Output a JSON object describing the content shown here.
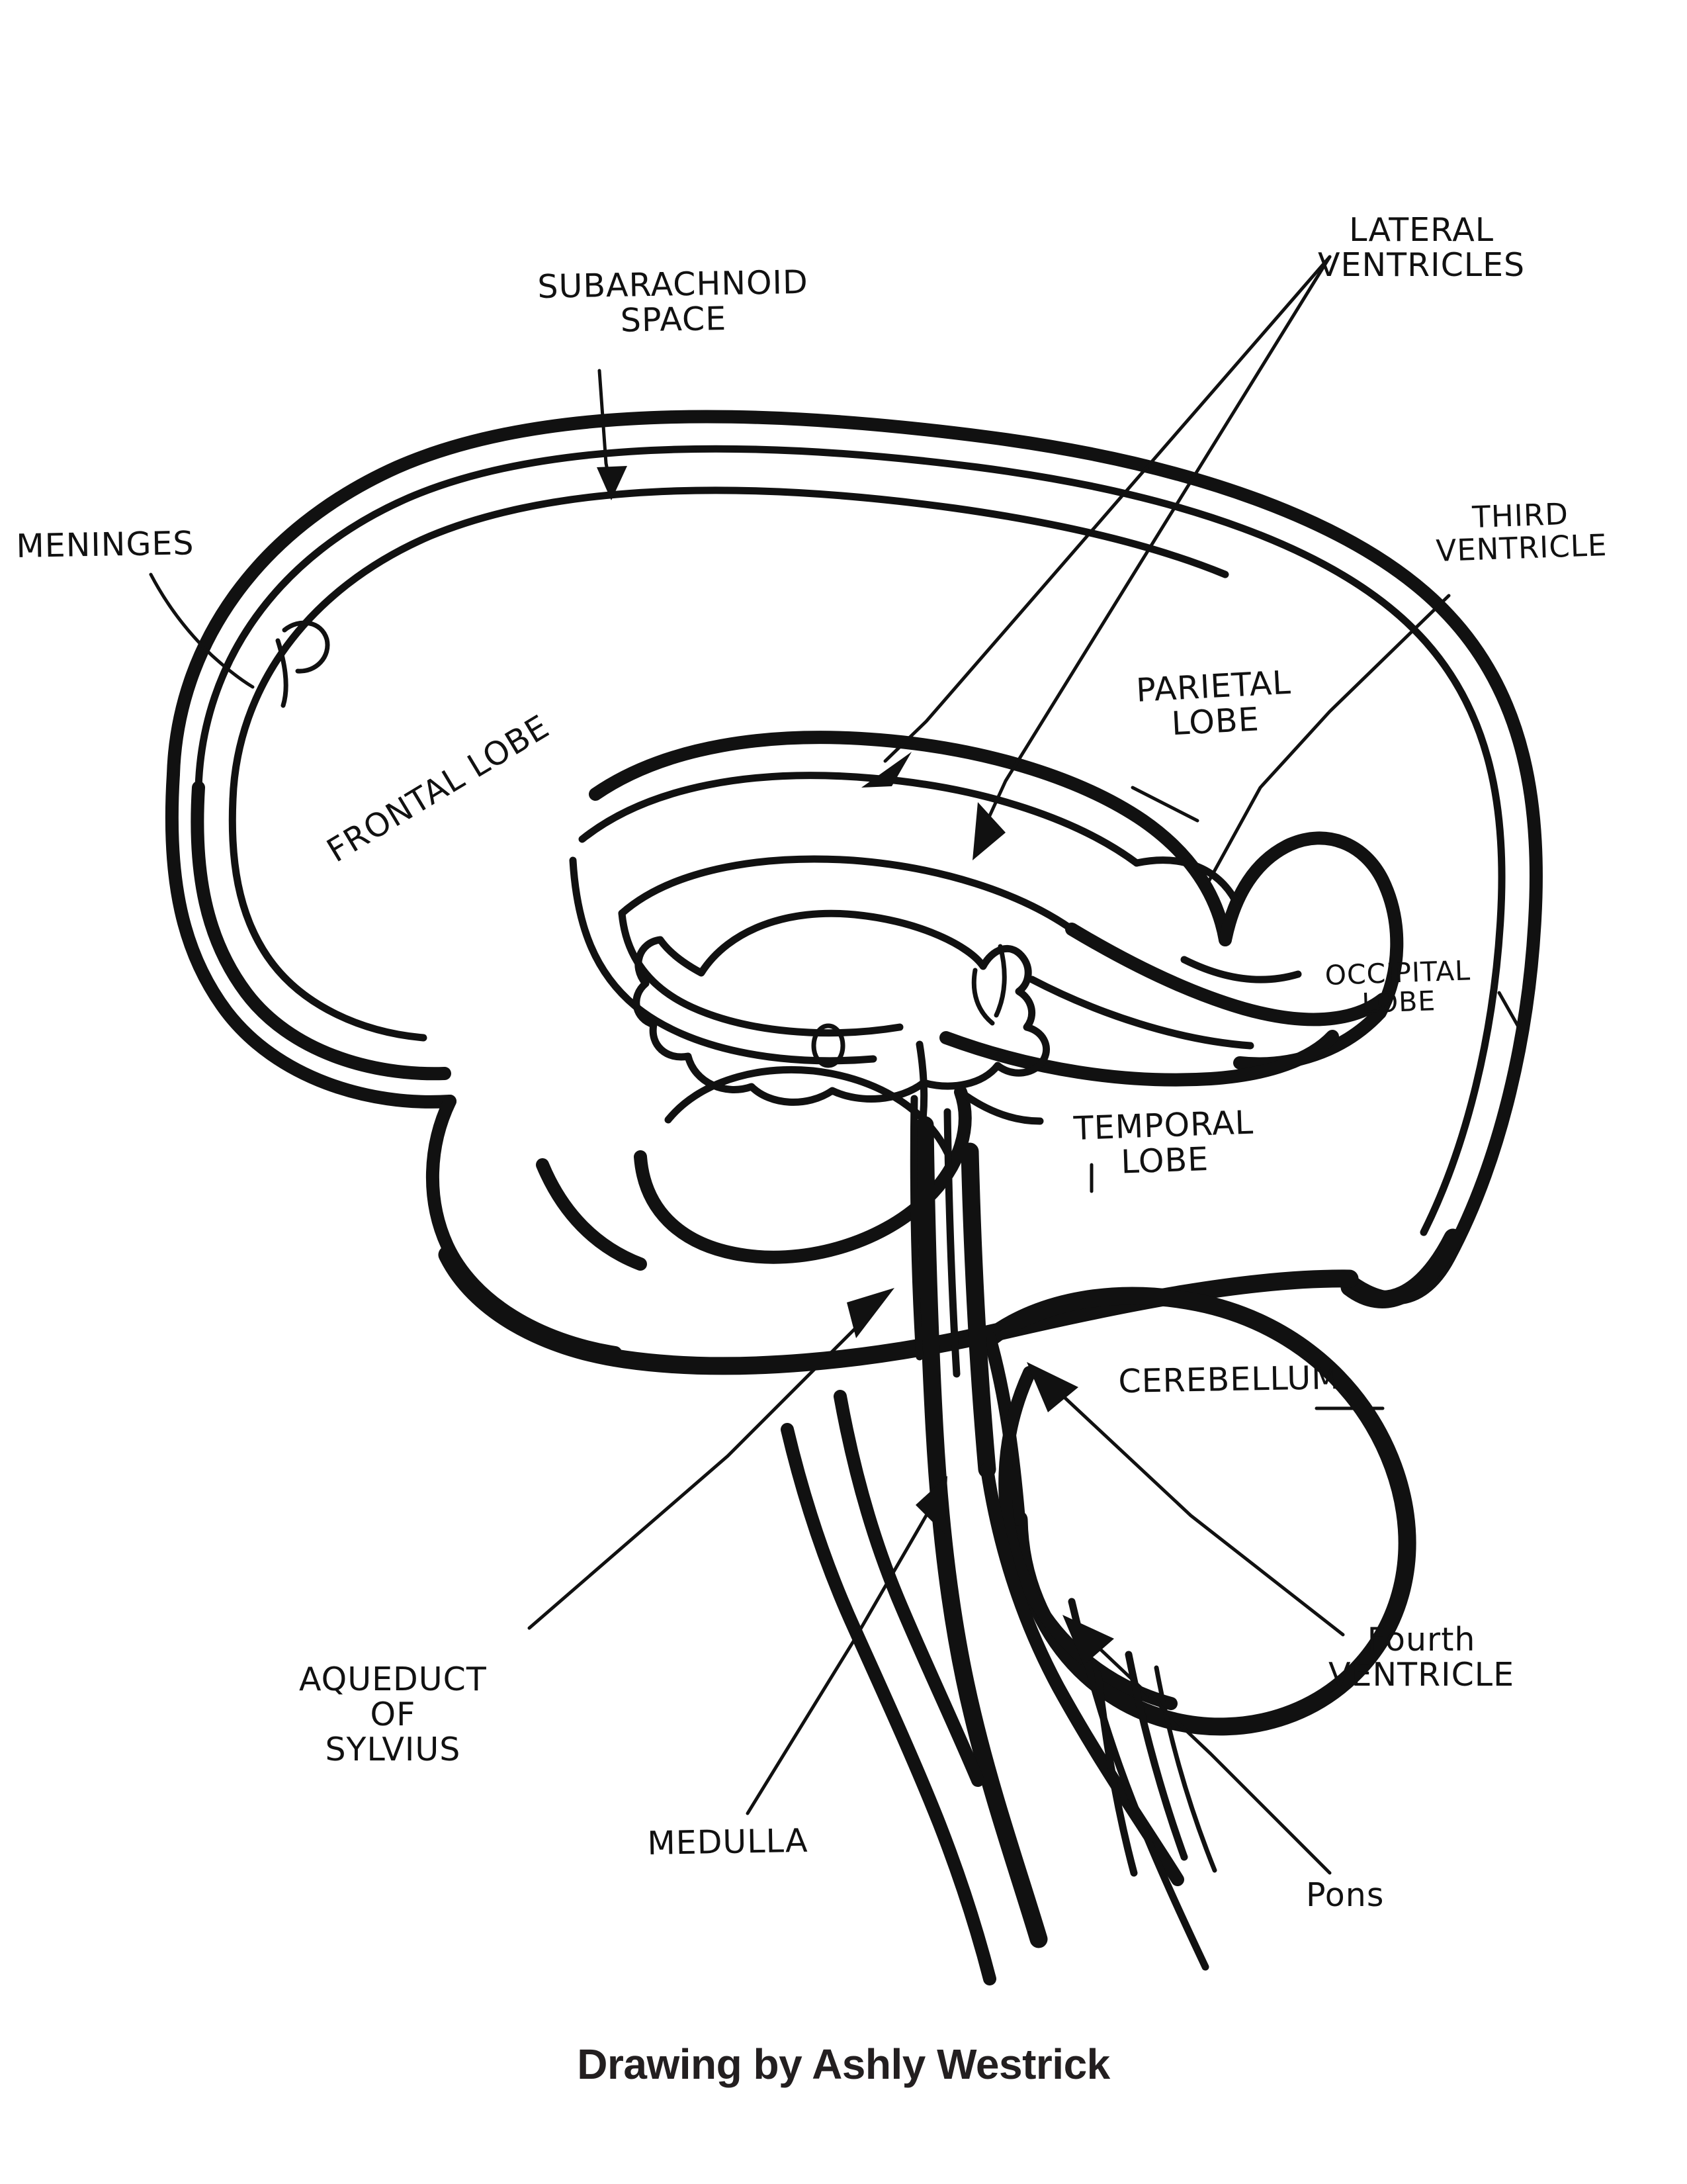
{
  "document": {
    "kind": "hand-drawn anatomical diagram",
    "subject": "Midsagittal section of the human brain showing ventricles and CSF spaces",
    "background_color": "#ffffff",
    "ink_color": "#111111"
  },
  "credit": {
    "text": "Drawing by Ashly Westrick"
  },
  "labels": [
    {
      "id": "subarachnoid-space",
      "text": "SUBARACHNOID\nSPACE",
      "style": "caps",
      "size": "lg"
    },
    {
      "id": "meninges",
      "text": "MENINGES",
      "style": "caps",
      "size": "lg"
    },
    {
      "id": "lateral-ventricles",
      "text": "LATERAL\nVENTRICLES",
      "style": "caps",
      "size": "lg"
    },
    {
      "id": "third-ventricle",
      "text": "THIRD\nVENTRICLE",
      "style": "caps",
      "size": "md"
    },
    {
      "id": "parietal-lobe",
      "text": "PARIETAL\nLOBE",
      "style": "caps",
      "size": "lg"
    },
    {
      "id": "frontal-lobe",
      "text": "FRONTAL LOBE",
      "style": "caps",
      "size": "lg"
    },
    {
      "id": "occipital-lobe",
      "text": "OCCIPITAL\nLOBE",
      "style": "caps",
      "size": "sm"
    },
    {
      "id": "temporal-lobe",
      "text": "TEMPORAL\nLOBE",
      "style": "caps",
      "size": "lg"
    },
    {
      "id": "cerebellum",
      "text": "CEREBELLUM",
      "style": "caps",
      "size": "lg"
    },
    {
      "id": "aqueduct-of-sylvius",
      "text": "AQUEDUCT\nOF\nSYLVIUS",
      "style": "caps",
      "size": "lg"
    },
    {
      "id": "medulla",
      "text": "MEDULLA",
      "style": "caps",
      "size": "lg"
    },
    {
      "id": "fourth-ventricle",
      "text": "Fourth\nVENTRICLE",
      "style": "mixed",
      "size": "lg"
    },
    {
      "id": "pons",
      "text": "Pons",
      "style": "mixed",
      "size": "lg"
    }
  ],
  "label_text": {
    "subarachnoid_space": "SUBARACHNOID\nSPACE",
    "meninges": "MENINGES",
    "lateral_ventricles": "LATERAL\nVENTRICLES",
    "third_ventricle": "THIRD\nVENTRICLE",
    "parietal_lobe": "PARIETAL\nLOBE",
    "frontal_lobe": "FRONTAL LOBE",
    "occipital_lobe": "OCCIPITAL\nLOBE",
    "temporal_lobe": "TEMPORAL\nLOBE",
    "cerebellum": "CEREBELLUM",
    "aqueduct_of_sylvius": "AQUEDUCT\nOF\nSYLVIUS",
    "medulla": "MEDULLA",
    "fourth_ventricle": "Fourth\nVENTRICLE",
    "pons": "Pons"
  },
  "leader_lines": {
    "count": 13,
    "description": "Thin ink leader lines with arrowheads connecting each label to its anatomical structure"
  }
}
